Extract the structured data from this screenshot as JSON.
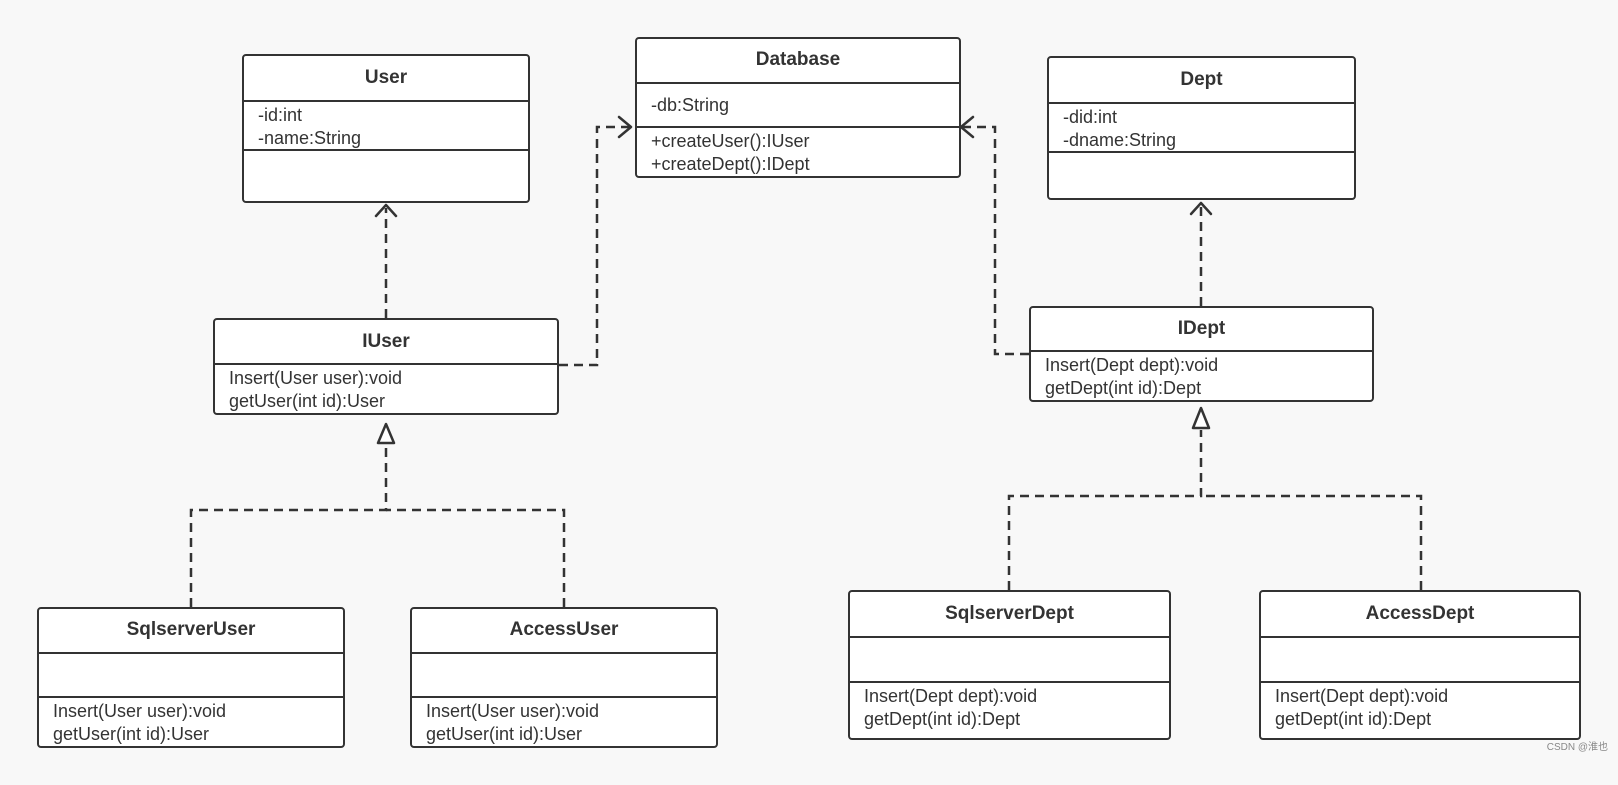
{
  "classes": {
    "user": {
      "name": "User",
      "attributes": [
        "-id:int",
        "-name:String"
      ],
      "methods": []
    },
    "database": {
      "name": "Database",
      "attributes": [
        "-db:String"
      ],
      "methods": [
        "+createUser():IUser",
        "+createDept():IDept"
      ]
    },
    "dept": {
      "name": "Dept",
      "attributes": [
        "-did:int",
        "-dname:String"
      ],
      "methods": []
    },
    "iuser": {
      "name": "IUser",
      "methods": [
        "Insert(User user):void",
        "getUser(int id):User"
      ]
    },
    "idept": {
      "name": "IDept",
      "methods": [
        "Insert(Dept dept):void",
        "getDept(int id):Dept"
      ]
    },
    "sqlserveruser": {
      "name": "SqlserverUser",
      "attributes": [],
      "methods": [
        "Insert(User user):void",
        "getUser(int id):User"
      ]
    },
    "accessuser": {
      "name": "AccessUser",
      "attributes": [],
      "methods": [
        "Insert(User user):void",
        "getUser(int id):User"
      ]
    },
    "sqlserverdept": {
      "name": "SqlserverDept",
      "attributes": [],
      "methods": [
        "Insert(Dept dept):void",
        "getDept(int id):Dept"
      ]
    },
    "accessdept": {
      "name": "AccessDept",
      "attributes": [],
      "methods": [
        "Insert(Dept dept):void",
        "getDept(int id):Dept"
      ]
    }
  },
  "relationships": [
    {
      "from": "IUser",
      "to": "User",
      "kind": "dependency"
    },
    {
      "from": "IUser",
      "to": "Database",
      "kind": "dependency"
    },
    {
      "from": "IDept",
      "to": "Database",
      "kind": "dependency"
    },
    {
      "from": "IDept",
      "to": "Dept",
      "kind": "dependency"
    },
    {
      "from": "SqlserverUser",
      "to": "IUser",
      "kind": "realization"
    },
    {
      "from": "AccessUser",
      "to": "IUser",
      "kind": "realization"
    },
    {
      "from": "SqlserverDept",
      "to": "IDept",
      "kind": "realization"
    },
    {
      "from": "AccessDept",
      "to": "IDept",
      "kind": "realization"
    }
  ],
  "colors": {
    "line": "#333333",
    "background": "#f8f8f8",
    "box": "#ffffff",
    "watermark": "#888888"
  },
  "watermark": "CSDN @淮也"
}
